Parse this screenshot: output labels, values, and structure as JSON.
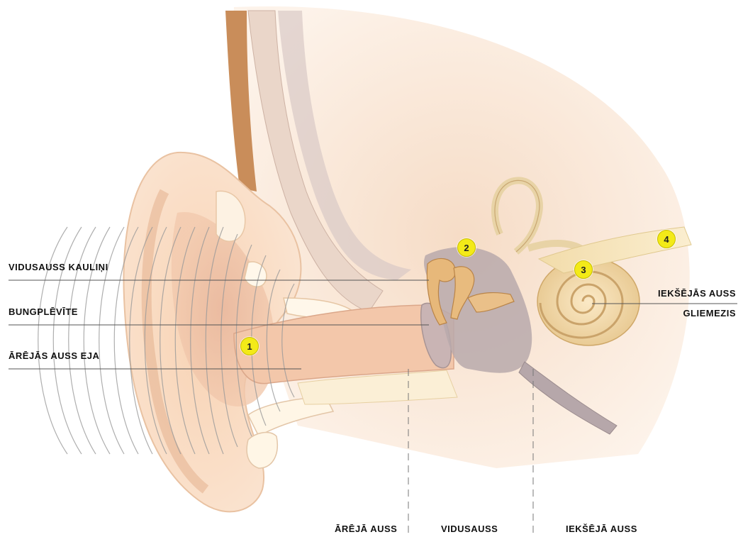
{
  "labels": {
    "ossicles": "VIDUSAUSS KAULIŅI",
    "eardrum": "BUNGPLĒVĪTE",
    "ear_canal": "ĀRĒJĀS AUSS EJA",
    "inner_ear": "IEKŠĒJĀS AUSS",
    "cochlea": "GLIEMEZIS"
  },
  "sections": {
    "outer": "ĀRĒJĀ AUSS",
    "middle": "VIDUSAUSS",
    "inner": "IEKŠĒJĀ AUSS"
  },
  "markers": [
    "1",
    "2",
    "3",
    "4"
  ],
  "colors": {
    "skin": "#f6d9bc",
    "bone": "#f4e2b2",
    "marker": "#f3ea18"
  }
}
